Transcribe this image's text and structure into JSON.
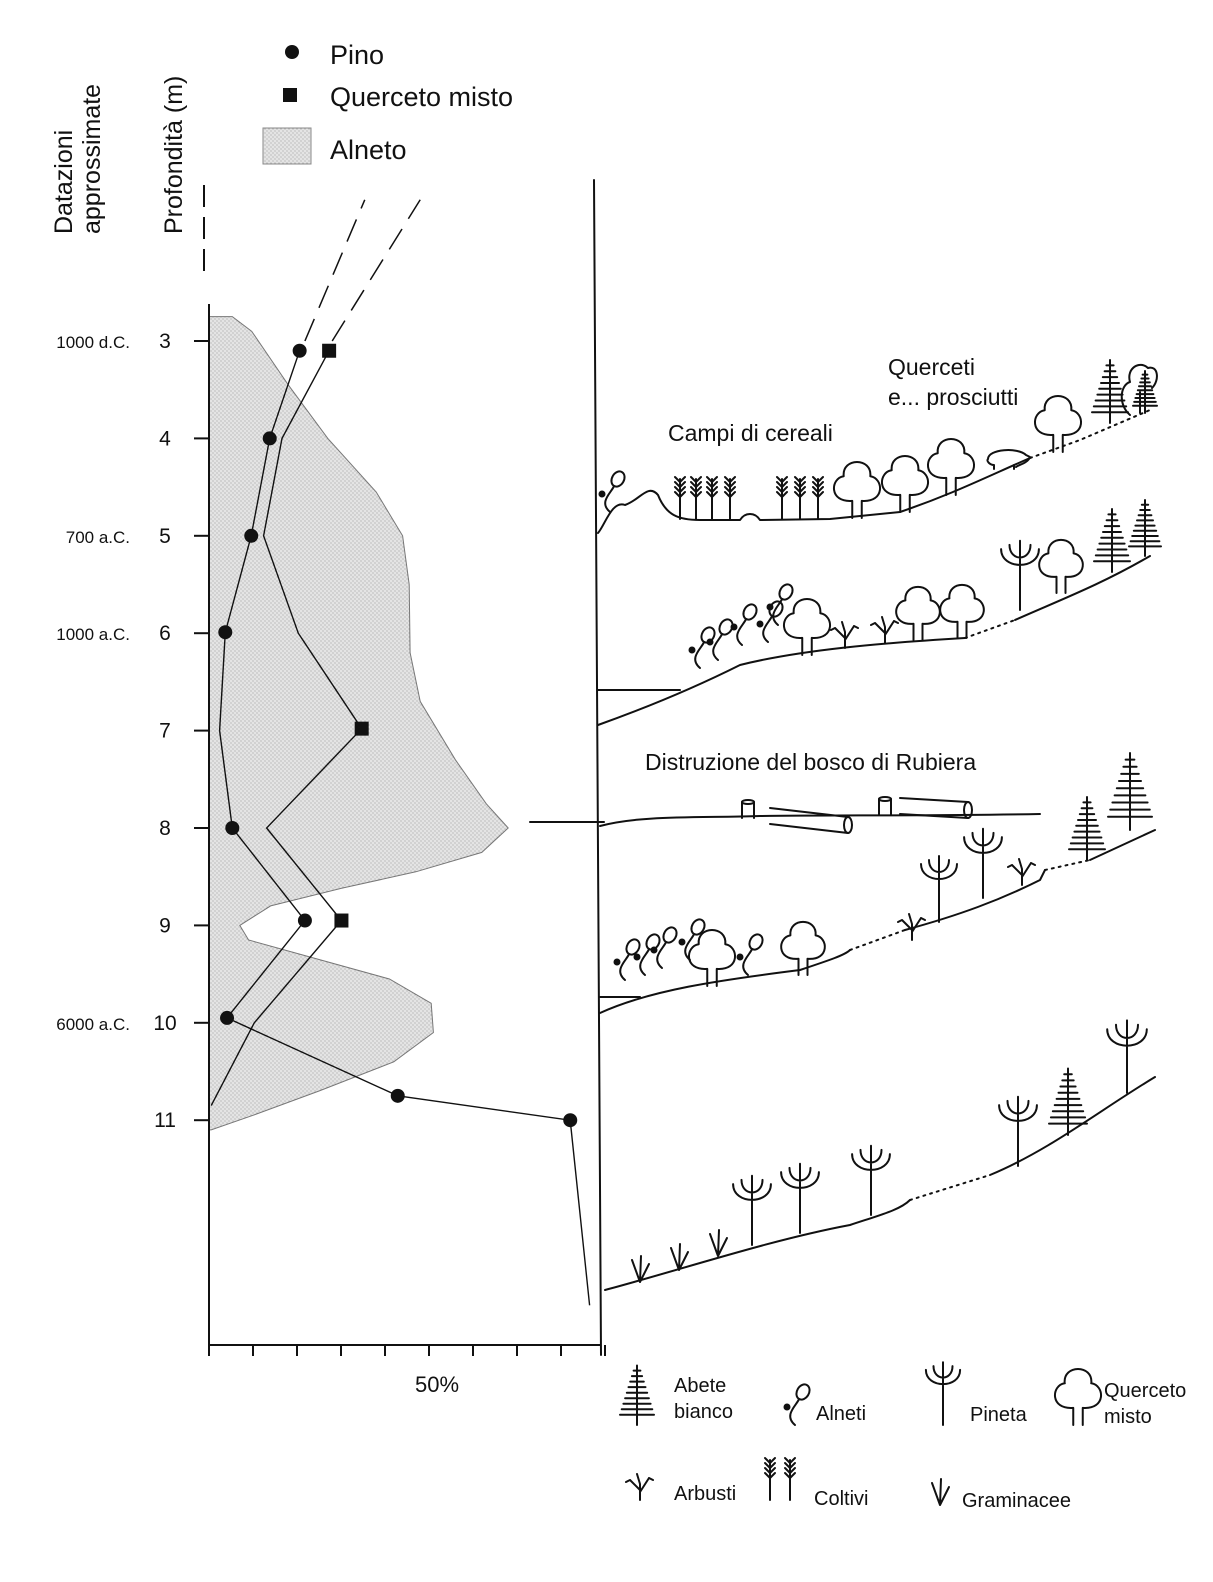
{
  "chart_data": {
    "type": "line",
    "x_unit": "%",
    "xlim": [
      0,
      90
    ],
    "x_tick_step": 10,
    "x_tick_label": "50%",
    "legend": [
      {
        "symbol": "circle",
        "label": "Pino"
      },
      {
        "symbol": "square",
        "label": "Querceto misto"
      },
      {
        "symbol": "shaded-area",
        "label": "Alneto"
      }
    ],
    "y_axis_titles": {
      "dates": "Datazioni approssimate",
      "depth": "Profondità (m)"
    },
    "depth_ticks": [
      3,
      4,
      5,
      6,
      7,
      8,
      9,
      10,
      11
    ],
    "dates": [
      {
        "label": "1000 d.C.",
        "depth": 3
      },
      {
        "label": "700 a.C.",
        "depth": 5
      },
      {
        "label": "1000 a.C.",
        "depth": 6
      },
      {
        "label": "6000 a.C.",
        "depth": 10
      }
    ],
    "series": [
      {
        "name": "Pino",
        "marker": "circle",
        "points": [
          {
            "x": 20.6,
            "y": 3.1,
            "m": true
          },
          {
            "x": 13.8,
            "y": 4.0,
            "m": true
          },
          {
            "x": 9.6,
            "y": 5.0,
            "m": true
          },
          {
            "x": 3.7,
            "y": 5.99,
            "m": true
          },
          {
            "x": 2.4,
            "y": 7.0,
            "m": false
          },
          {
            "x": 5.3,
            "y": 8.0,
            "m": true
          },
          {
            "x": 21.8,
            "y": 8.95,
            "m": true
          },
          {
            "x": 4.1,
            "y": 9.95,
            "m": true
          },
          {
            "x": 42.9,
            "y": 10.75,
            "m": true
          },
          {
            "x": 82.1,
            "y": 11.0,
            "m": true
          },
          {
            "x": 86.5,
            "y": 12.9,
            "m": false
          }
        ]
      },
      {
        "name": "Querceto misto",
        "marker": "square",
        "points": [
          {
            "x": 27.3,
            "y": 3.1,
            "m": true
          },
          {
            "x": 16.6,
            "y": 4.0,
            "m": false
          },
          {
            "x": 12.4,
            "y": 5.0,
            "m": false
          },
          {
            "x": 20.3,
            "y": 6.0,
            "m": false
          },
          {
            "x": 34.7,
            "y": 6.98,
            "m": true
          },
          {
            "x": 13.1,
            "y": 8.0,
            "m": false
          },
          {
            "x": 30.1,
            "y": 8.95,
            "m": true
          },
          {
            "x": 10.3,
            "y": 10.0,
            "m": false
          },
          {
            "x": 0.5,
            "y": 10.85,
            "m": false
          }
        ]
      }
    ],
    "dashed_extensions": [
      {
        "series": "Pino",
        "from": [
          21.8,
          3.0
        ],
        "to": [
          35.4,
          1.55
        ]
      },
      {
        "series": "Querceto misto",
        "from": [
          28.0,
          3.0
        ],
        "to": [
          48.0,
          1.55
        ]
      }
    ],
    "alneto_outline": [
      [
        0,
        2.75
      ],
      [
        5.3,
        2.75
      ],
      [
        9.7,
        2.9
      ],
      [
        18,
        3.45
      ],
      [
        27,
        4.0
      ],
      [
        38,
        4.55
      ],
      [
        44,
        5.0
      ],
      [
        45.5,
        5.5
      ],
      [
        45.7,
        6.2
      ],
      [
        48,
        6.7
      ],
      [
        56,
        7.3
      ],
      [
        63,
        7.75
      ],
      [
        68,
        8.0
      ],
      [
        62,
        8.25
      ],
      [
        47,
        8.45
      ],
      [
        30,
        8.62
      ],
      [
        14,
        8.8
      ],
      [
        7,
        9.0
      ],
      [
        9,
        9.15
      ],
      [
        21,
        9.3
      ],
      [
        41,
        9.55
      ],
      [
        50.5,
        9.8
      ],
      [
        51,
        10.1
      ],
      [
        42,
        10.4
      ],
      [
        25,
        10.7
      ],
      [
        10,
        10.95
      ],
      [
        0.5,
        11.1
      ],
      [
        0,
        11.1
      ]
    ]
  },
  "scene": {
    "labels": {
      "cereali": "Campi di cereali",
      "querceti": "Querceti",
      "prosciutti": "e... prosciutti",
      "distruzione": "Distruzione del bosco di Rubiera"
    },
    "key": [
      {
        "icon": "fir-icon",
        "label": [
          "Abete",
          "bianco"
        ]
      },
      {
        "icon": "alder-icon",
        "label": [
          "Alneti"
        ]
      },
      {
        "icon": "pine-icon",
        "label": [
          "Pineta"
        ]
      },
      {
        "icon": "oak-icon",
        "label": [
          "Querceto",
          "misto"
        ]
      },
      {
        "icon": "shrub-icon",
        "label": [
          "Arbusti"
        ]
      },
      {
        "icon": "cereal-icon",
        "label": [
          "Coltivi"
        ]
      },
      {
        "icon": "grass-icon",
        "label": [
          "Graminacee"
        ]
      }
    ]
  }
}
